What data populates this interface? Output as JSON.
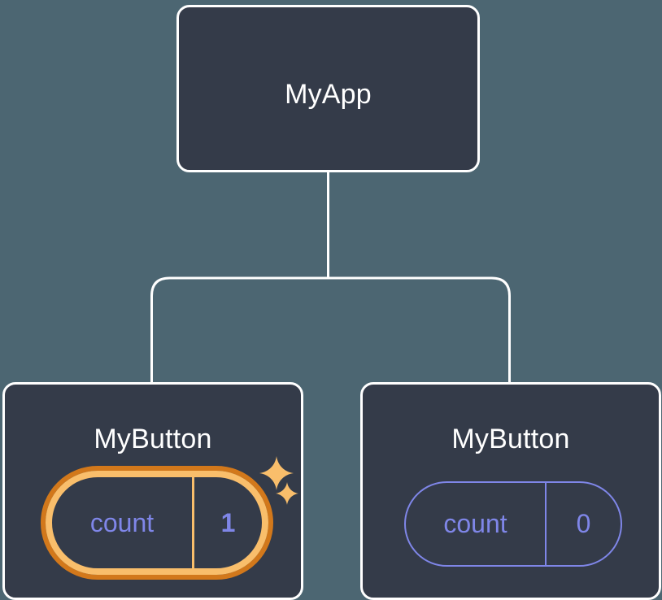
{
  "diagram": {
    "title": "React component tree with state",
    "background_color": "#4c6672",
    "node_fill_color": "#343b49",
    "node_border_color": "#ffffff",
    "edge_color": "#ffffff",
    "state_color": "#7f86e8",
    "highlight_outer_color": "#d2781b",
    "highlight_inner_color": "#f9be6b",
    "sparkle_color": "#f9be6b"
  },
  "root": {
    "label": "MyApp"
  },
  "children": [
    {
      "label": "MyButton",
      "state": {
        "key": "count",
        "value": "1"
      },
      "highlighted": true,
      "sparkles": [
        "sparkle-large",
        "sparkle-small"
      ]
    },
    {
      "label": "MyButton",
      "state": {
        "key": "count",
        "value": "0"
      },
      "highlighted": false
    }
  ]
}
